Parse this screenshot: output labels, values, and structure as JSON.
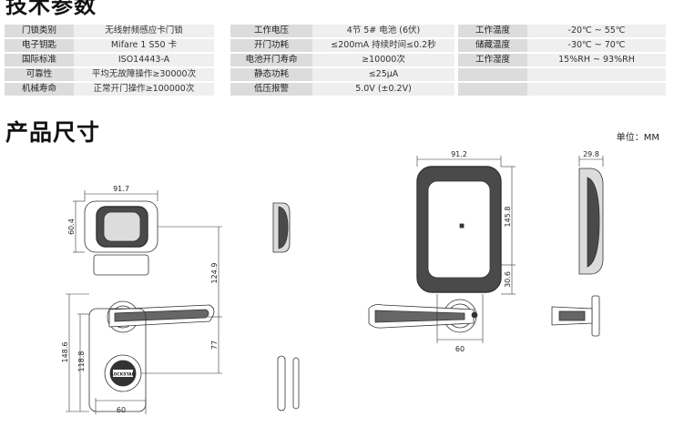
{
  "spec_section": {
    "title": "技术参数"
  },
  "size_section": {
    "title": "产品尺寸",
    "unit": "单位：MM"
  },
  "spec_table_1": [
    {
      "label": "门锁类别",
      "value": "无线射频感应卡门锁"
    },
    {
      "label": "电子钥匙",
      "value": "Mifare 1 S50 卡"
    },
    {
      "label": "国际标准",
      "value": "ISO14443-A"
    },
    {
      "label": "可靠性",
      "value": "平均无故障操作≥30000次"
    },
    {
      "label": "机械寿命",
      "value": "正常开门操作≥100000次"
    }
  ],
  "spec_table_2": [
    {
      "label": "工作电压",
      "value": "4节 5# 电池 (6伏)"
    },
    {
      "label": "开门功耗",
      "value": "≤200mA 持续时间≤0.2秒"
    },
    {
      "label": "电池开门寿命",
      "value": "≥10000次"
    },
    {
      "label": "静态功耗",
      "value": "≤25μA"
    },
    {
      "label": "低压报警",
      "value": "5.0V (±0.2V)"
    }
  ],
  "spec_table_3": [
    {
      "label": "工作温度",
      "value": "-20℃ ~ 55℃"
    },
    {
      "label": "储藏温度",
      "value": "-30℃ ~ 70℃"
    },
    {
      "label": "工作湿度",
      "value": "15%RH ~ 93%RH"
    },
    {
      "label": "",
      "value": ""
    },
    {
      "label": "",
      "value": ""
    }
  ],
  "dimensions": {
    "front_width": "91.7",
    "front_height": "60.4",
    "handle_drop": "124.9",
    "lower_height": "148.6",
    "cylinder_height": "118.8",
    "cylinder_offset": "77",
    "front_base_width": "60",
    "back_width": "91.2",
    "back_height": "145.8",
    "back_handle_offset": "30.6",
    "back_base_width": "60",
    "side_depth": "29.8"
  },
  "logo_text": "LOCKSTAR"
}
